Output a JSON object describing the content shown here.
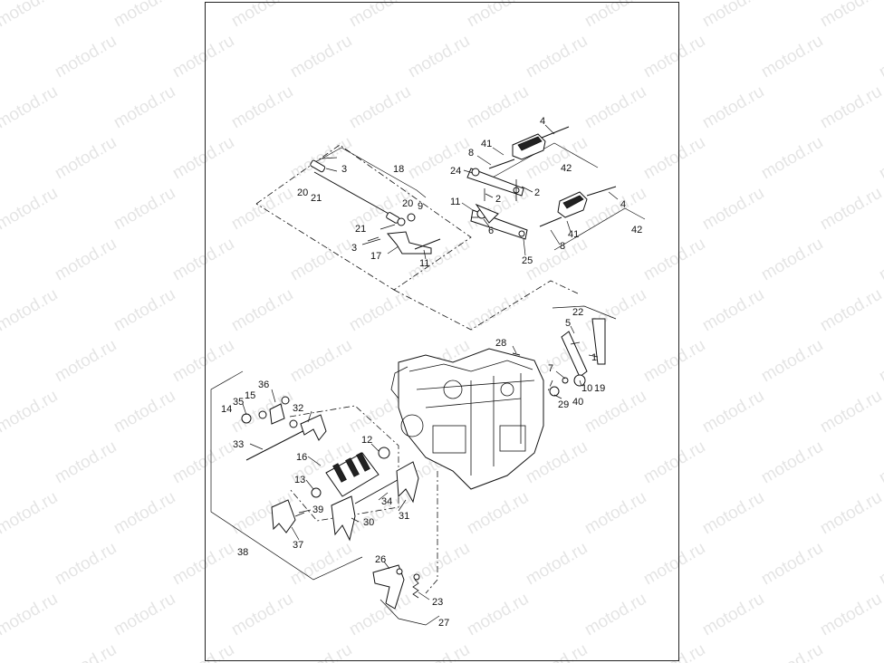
{
  "watermark": {
    "text": "motod.ru"
  },
  "callouts": [
    {
      "id": "c4a",
      "text": "4"
    },
    {
      "id": "c41a",
      "text": "41"
    },
    {
      "id": "c8a",
      "text": "8"
    },
    {
      "id": "c24",
      "text": "24"
    },
    {
      "id": "c42a",
      "text": "42"
    },
    {
      "id": "c2a",
      "text": "2"
    },
    {
      "id": "c2b",
      "text": "2"
    },
    {
      "id": "c11a",
      "text": "11"
    },
    {
      "id": "c6",
      "text": "6"
    },
    {
      "id": "c4b",
      "text": "4"
    },
    {
      "id": "c42b",
      "text": "42"
    },
    {
      "id": "c41b",
      "text": "41"
    },
    {
      "id": "c8b",
      "text": "8"
    },
    {
      "id": "c25",
      "text": "25"
    },
    {
      "id": "c3a",
      "text": "3"
    },
    {
      "id": "c18",
      "text": "18"
    },
    {
      "id": "c20a",
      "text": "20"
    },
    {
      "id": "c21a",
      "text": "21"
    },
    {
      "id": "c20b",
      "text": "20"
    },
    {
      "id": "c9",
      "text": "9"
    },
    {
      "id": "c21b",
      "text": "21"
    },
    {
      "id": "c3b",
      "text": "3"
    },
    {
      "id": "c17",
      "text": "17"
    },
    {
      "id": "c11b",
      "text": "11"
    },
    {
      "id": "c22",
      "text": "22"
    },
    {
      "id": "c5",
      "text": "5"
    },
    {
      "id": "c1",
      "text": "1"
    },
    {
      "id": "c28",
      "text": "28"
    },
    {
      "id": "c7",
      "text": "7"
    },
    {
      "id": "c10",
      "text": "10"
    },
    {
      "id": "c19",
      "text": "19"
    },
    {
      "id": "c29",
      "text": "29"
    },
    {
      "id": "c40",
      "text": "40"
    },
    {
      "id": "c36",
      "text": "36"
    },
    {
      "id": "c15",
      "text": "15"
    },
    {
      "id": "c35",
      "text": "35"
    },
    {
      "id": "c14",
      "text": "14"
    },
    {
      "id": "c32",
      "text": "32"
    },
    {
      "id": "c33",
      "text": "33"
    },
    {
      "id": "c16",
      "text": "16"
    },
    {
      "id": "c12",
      "text": "12"
    },
    {
      "id": "c13",
      "text": "13"
    },
    {
      "id": "c34",
      "text": "34"
    },
    {
      "id": "c31",
      "text": "31"
    },
    {
      "id": "c39",
      "text": "39"
    },
    {
      "id": "c30",
      "text": "30"
    },
    {
      "id": "c37",
      "text": "37"
    },
    {
      "id": "c38",
      "text": "38"
    },
    {
      "id": "c26",
      "text": "26"
    },
    {
      "id": "c23",
      "text": "23"
    },
    {
      "id": "c27",
      "text": "27"
    }
  ]
}
